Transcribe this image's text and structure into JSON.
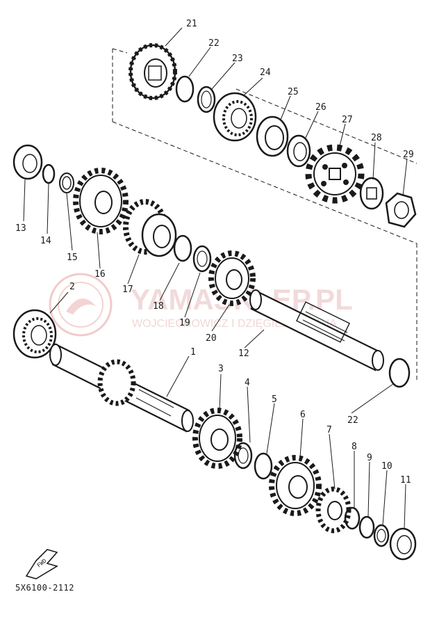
{
  "watermark": {
    "title": "YAMASKLEP.PL",
    "subtitle": "WOJCIECHOWICZ I DZIĘGIEL YAMAHA",
    "color": "#e6a0a0"
  },
  "diagram": {
    "code": "5X6100-2112",
    "fwd_label": "FWD",
    "callouts": [
      {
        "id": "1",
        "label": "1"
      },
      {
        "id": "2",
        "label": "2"
      },
      {
        "id": "3",
        "label": "3"
      },
      {
        "id": "4",
        "label": "4"
      },
      {
        "id": "5",
        "label": "5"
      },
      {
        "id": "6",
        "label": "6"
      },
      {
        "id": "7",
        "label": "7"
      },
      {
        "id": "8",
        "label": "8"
      },
      {
        "id": "9",
        "label": "9"
      },
      {
        "id": "10",
        "label": "10"
      },
      {
        "id": "11",
        "label": "11"
      },
      {
        "id": "12",
        "label": "12"
      },
      {
        "id": "13",
        "label": "13"
      },
      {
        "id": "14",
        "label": "14"
      },
      {
        "id": "15",
        "label": "15"
      },
      {
        "id": "16",
        "label": "16"
      },
      {
        "id": "17",
        "label": "17"
      },
      {
        "id": "18",
        "label": "18"
      },
      {
        "id": "19",
        "label": "19"
      },
      {
        "id": "20",
        "label": "20"
      },
      {
        "id": "21",
        "label": "21"
      },
      {
        "id": "22a",
        "label": "22"
      },
      {
        "id": "22b",
        "label": "22"
      },
      {
        "id": "23",
        "label": "23"
      },
      {
        "id": "24",
        "label": "24"
      },
      {
        "id": "25",
        "label": "25"
      },
      {
        "id": "26",
        "label": "26"
      },
      {
        "id": "27",
        "label": "27"
      },
      {
        "id": "28",
        "label": "28"
      },
      {
        "id": "29",
        "label": "29"
      }
    ]
  }
}
